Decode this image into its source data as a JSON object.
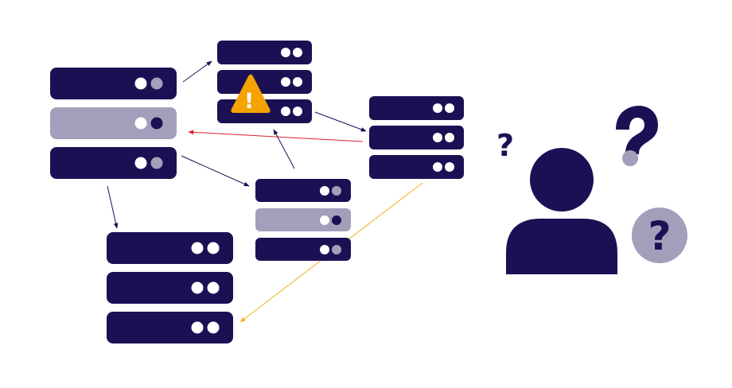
{
  "colors": {
    "navy": "#1c1055",
    "lavender": "#a29fbb",
    "white": "#ffffff",
    "warning": "#f5a300",
    "arrow_dark": "#1c1055",
    "arrow_red": "#e0202a",
    "arrow_orange": "#f0b020"
  },
  "icons": {
    "server_unit": "server-icon",
    "warning": "warning-icon",
    "person": "person-icon",
    "question": "question-mark-icon"
  },
  "warning_symbol": "!",
  "question_symbol": "?",
  "clusters": [
    {
      "id": "cluster-a",
      "units": [
        "dark-gray",
        "gray-navy",
        "dark-gray"
      ]
    },
    {
      "id": "cluster-b",
      "units": [
        "dark-white",
        "dark-white",
        "dark-white"
      ],
      "warning_on_unit": 3
    },
    {
      "id": "cluster-c",
      "units": [
        "dark-white",
        "dark-white",
        "dark-white"
      ]
    },
    {
      "id": "cluster-d",
      "units": [
        "dark-gray",
        "gray-navy",
        "dark-gray"
      ]
    },
    {
      "id": "cluster-e",
      "units": [
        "dark-white",
        "dark-white",
        "dark-white"
      ]
    }
  ],
  "connections": [
    {
      "from": "cluster-a",
      "to": "cluster-b",
      "color": "dark"
    },
    {
      "from": "cluster-b",
      "to": "cluster-c",
      "color": "dark"
    },
    {
      "from": "cluster-c",
      "to": "cluster-a",
      "color": "red"
    },
    {
      "from": "cluster-a",
      "to": "cluster-d",
      "color": "dark"
    },
    {
      "from": "cluster-d",
      "to": "cluster-b",
      "color": "dark"
    },
    {
      "from": "cluster-a",
      "to": "cluster-e",
      "color": "dark"
    },
    {
      "from": "cluster-c",
      "to": "cluster-e",
      "color": "orange"
    }
  ],
  "user": {
    "icon": "person-icon",
    "question_marks": [
      "small",
      "large",
      "badge"
    ]
  }
}
